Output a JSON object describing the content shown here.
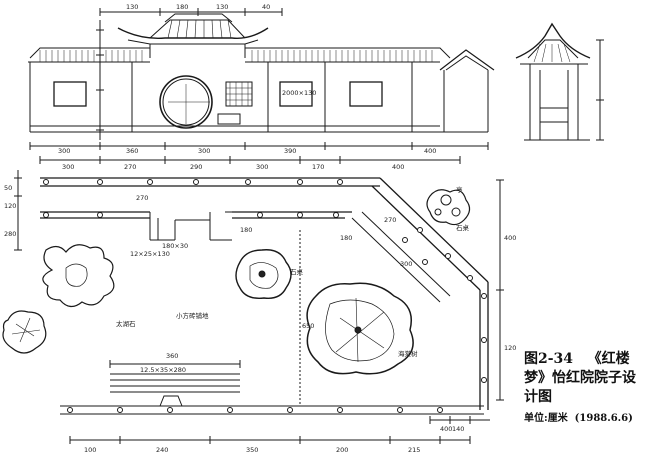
{
  "caption": {
    "figure_number": "图2-34",
    "title_line1": "《红楼",
    "title_line2": "梦》怡红院院子设",
    "title_line3": "计图",
    "unit_label": "单位:厘米",
    "date": "(1988.6.6)"
  },
  "elevation_dims_top": [
    "130",
    "180",
    "130",
    "40"
  ],
  "elevation_dims_bottom": [
    "300",
    "360",
    "300",
    "390",
    "400"
  ],
  "plan_dims_top": [
    "300",
    "270",
    "290",
    "300",
    "170",
    "400"
  ],
  "plan_dims_bottom": [
    "100",
    "240",
    "350",
    "200",
    "215",
    "400"
  ],
  "plan_dims_left": [
    "50",
    "120",
    "280"
  ],
  "plan_dims_right": [
    "400",
    "120"
  ],
  "annotations": {
    "pond_label": "小方砖铺地",
    "rock_left": "太湖石",
    "rock_mid": "石桌",
    "rock_right": "石桌",
    "tree_label": "海棠树",
    "corner_label": "亭",
    "dim_a": "2000×130",
    "dim_b": "180×30",
    "dim_c": "12×25×130",
    "dim_d": "270",
    "dim_e": "300",
    "dim_f": "180",
    "dim_g": "180",
    "dim_h": "650",
    "dim_i": "12.5×35×280",
    "dim_j": "360",
    "dim_k": "140",
    "dim_l": "270"
  }
}
